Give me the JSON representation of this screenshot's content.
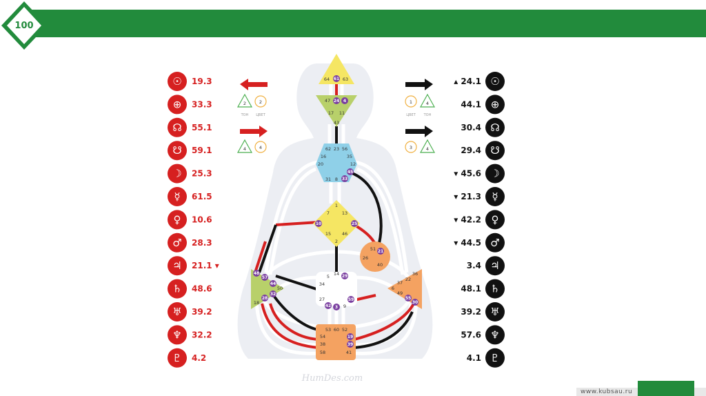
{
  "colors": {
    "green": "#228b3c",
    "red": "#d62020",
    "black": "#111111"
  },
  "footer": {
    "url": "www.kubsau.ru"
  },
  "logo": {
    "text": "100"
  },
  "watermark": "HumDes.com",
  "left_planets": [
    {
      "icon": "sun-icon",
      "glyph": "☉",
      "value": "19.3"
    },
    {
      "icon": "earth-icon",
      "glyph": "⊕",
      "value": "33.3"
    },
    {
      "icon": "north-node-icon",
      "glyph": "☊",
      "value": "55.1"
    },
    {
      "icon": "south-node-icon",
      "glyph": "☋",
      "value": "59.1"
    },
    {
      "icon": "moon-icon",
      "glyph": "☽",
      "value": "25.3"
    },
    {
      "icon": "mercury-icon",
      "glyph": "☿",
      "value": "61.5"
    },
    {
      "icon": "venus-icon",
      "glyph": "♀",
      "value": "10.6"
    },
    {
      "icon": "mars-icon",
      "glyph": "♂",
      "value": "28.3"
    },
    {
      "icon": "jupiter-icon",
      "glyph": "♃",
      "value": "21.1 ▾"
    },
    {
      "icon": "saturn-icon",
      "glyph": "♄",
      "value": "48.6"
    },
    {
      "icon": "uranus-icon",
      "glyph": "♅",
      "value": "39.2"
    },
    {
      "icon": "neptune-icon",
      "glyph": "♆",
      "value": "32.2"
    },
    {
      "icon": "pluto-icon",
      "glyph": "♇",
      "value": "4.2"
    }
  ],
  "right_planets": [
    {
      "icon": "sun-icon",
      "glyph": "☉",
      "value": "▴ 24.1"
    },
    {
      "icon": "earth-icon",
      "glyph": "⊕",
      "value": "44.1"
    },
    {
      "icon": "north-node-icon",
      "glyph": "☊",
      "value": "30.4"
    },
    {
      "icon": "south-node-icon",
      "glyph": "☋",
      "value": "29.4"
    },
    {
      "icon": "moon-icon",
      "glyph": "☽",
      "value": "▾ 45.6"
    },
    {
      "icon": "mercury-icon",
      "glyph": "☿",
      "value": "▾ 21.3"
    },
    {
      "icon": "venus-icon",
      "glyph": "♀",
      "value": "▾ 42.2"
    },
    {
      "icon": "mars-icon",
      "glyph": "♂",
      "value": "▾ 44.5"
    },
    {
      "icon": "jupiter-icon",
      "glyph": "♃",
      "value": "3.4"
    },
    {
      "icon": "saturn-icon",
      "glyph": "♄",
      "value": "48.1"
    },
    {
      "icon": "uranus-icon",
      "glyph": "♅",
      "value": "39.2"
    },
    {
      "icon": "neptune-icon",
      "glyph": "♆",
      "value": "57.6"
    },
    {
      "icon": "pluto-icon",
      "glyph": "♇",
      "value": "4.1"
    }
  ],
  "variables": {
    "left_top": {
      "a": "2",
      "b": "2",
      "l1": "ТОН",
      "l2": "ЦВЕТ"
    },
    "left_bottom": {
      "a": "4",
      "b": "4"
    },
    "right_top": {
      "a": "1",
      "b": "4",
      "l1": "ЦВЕТ",
      "l2": "ТОН"
    },
    "right_bottom": {
      "a": "3",
      "b": "4"
    }
  },
  "centers": {
    "head": [
      "64",
      "61",
      "63"
    ],
    "ajna": [
      "47",
      "24",
      "4",
      "17",
      "11",
      "43"
    ],
    "throat": [
      "62",
      "23",
      "56",
      "16",
      "35",
      "20",
      "12",
      "45",
      "31",
      "8",
      "33"
    ],
    "g": [
      "1",
      "7",
      "13",
      "10",
      "25",
      "15",
      "46",
      "2"
    ],
    "heart": [
      "21",
      "26",
      "51",
      "40"
    ],
    "spleen": [
      "48",
      "57",
      "44",
      "50",
      "32",
      "28",
      "18"
    ],
    "sacral": [
      "5",
      "14",
      "29",
      "34",
      "27",
      "59",
      "42",
      "3",
      "9"
    ],
    "solar": [
      "36",
      "22",
      "37",
      "6",
      "49",
      "55",
      "30"
    ],
    "root": [
      "53",
      "60",
      "52",
      "54",
      "19",
      "38",
      "39",
      "58",
      "41"
    ]
  }
}
